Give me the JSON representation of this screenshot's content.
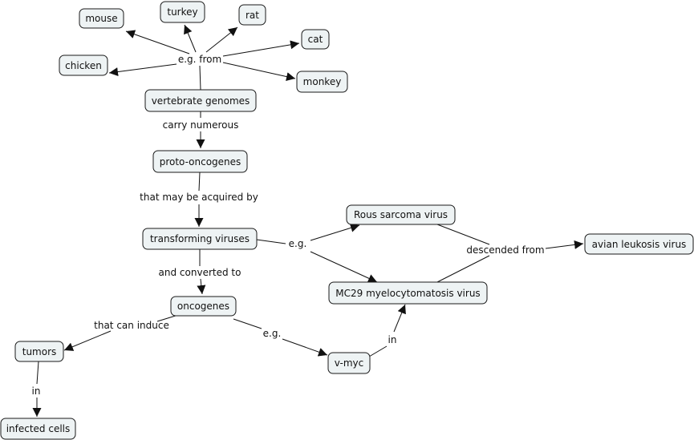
{
  "concepts": {
    "mouse": "mouse",
    "turkey": "turkey",
    "rat": "rat",
    "cat": "cat",
    "chicken": "chicken",
    "monkey": "monkey",
    "vertebrate_genomes": "vertebrate genomes",
    "proto_oncogenes": "proto-oncogenes",
    "transforming_viruses": "transforming viruses",
    "rous_sarcoma_virus": "Rous sarcoma virus",
    "avian_leukosis_virus": "avian leukosis virus",
    "mc29_virus": "MC29 myelocytomatosis virus",
    "oncogenes": "oncogenes",
    "tumors": "tumors",
    "v_myc": "v-myc",
    "infected_cells": "infected cells"
  },
  "links": {
    "eg_from": "e.g. from",
    "carry_numerous": "carry numerous",
    "that_may_be_acquired_by": "that may be acquired by",
    "eg_viruses": "e.g.",
    "descended_from": "descended from",
    "and_converted_to": "and converted to",
    "that_can_induce": "that can induce",
    "eg_oncogenes": "e.g.",
    "in_v_myc": "in",
    "in_tumors": "in"
  }
}
